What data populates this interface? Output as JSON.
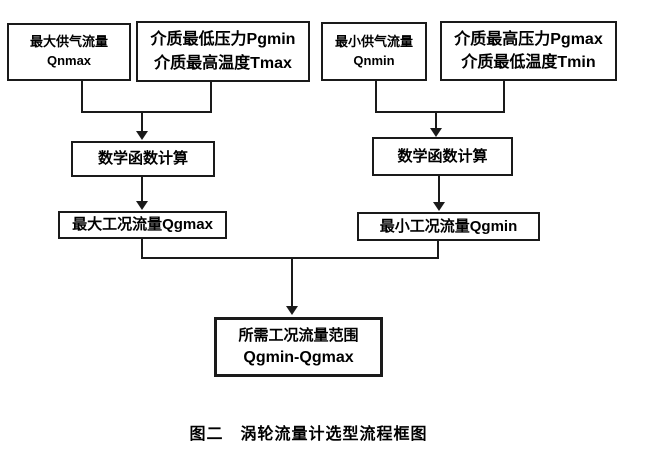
{
  "figure": {
    "caption": "图二　涡轮流量计选型流程框图"
  },
  "nodes": {
    "qnmax": {
      "line1": "最大供气流量",
      "line2": "Qnmax"
    },
    "pgminTmax": {
      "line1": "介质最低压力Pgmin",
      "line2": "介质最高温度Tmax"
    },
    "qnmin": {
      "line1": "最小供气流量",
      "line2": "Qnmin"
    },
    "pgmaxTmin": {
      "line1": "介质最高压力Pgmax",
      "line2": "介质最低温度Tmin"
    },
    "mathLeft": {
      "label": "数学函数计算"
    },
    "mathRight": {
      "label": "数学函数计算"
    },
    "qgmax": {
      "label": "最大工况流量Qgmax"
    },
    "qgmin": {
      "label": "最小工况流量Qgmin"
    },
    "result": {
      "line1": "所需工况流量范围",
      "line2": "Qgmin-Qgmax"
    }
  },
  "colors": {
    "line": "#1a1a1a",
    "background": "#ffffff",
    "text": "#000000"
  }
}
